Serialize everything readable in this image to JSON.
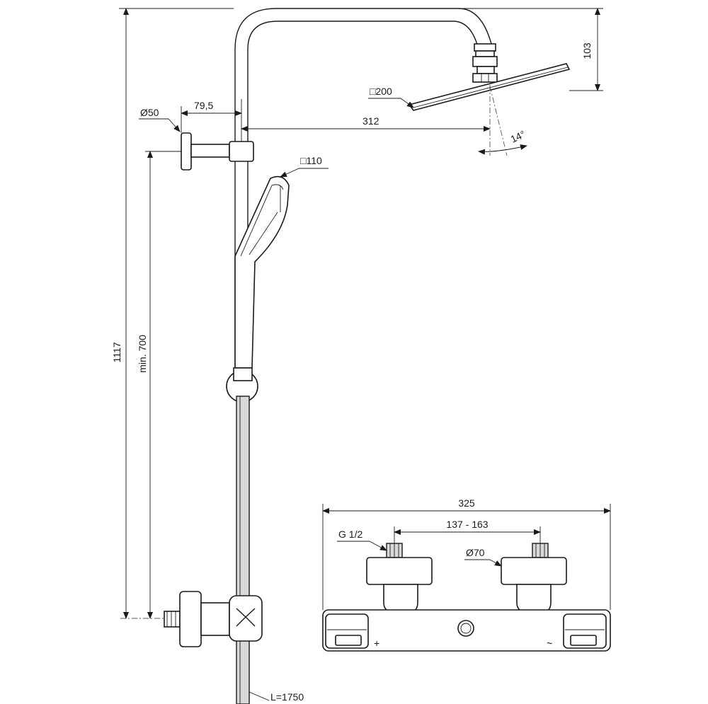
{
  "dimensions": {
    "total_height": "1117",
    "min_height": "min. 700",
    "wall_bracket_diameter": "Ø50",
    "wall_offset": "79,5",
    "arm_reach": "312",
    "head_height": "103",
    "head_size": "□200",
    "tilt_angle": "14°",
    "hand_shower_size": "□110",
    "hose_length": "L=1750",
    "mixer_width": "325",
    "inlet_spacing": "137 - 163",
    "connection_thread": "G 1/2",
    "inlet_diameter": "Ø70"
  },
  "colors": {
    "line": "#1a1a1a",
    "background": "#ffffff"
  }
}
